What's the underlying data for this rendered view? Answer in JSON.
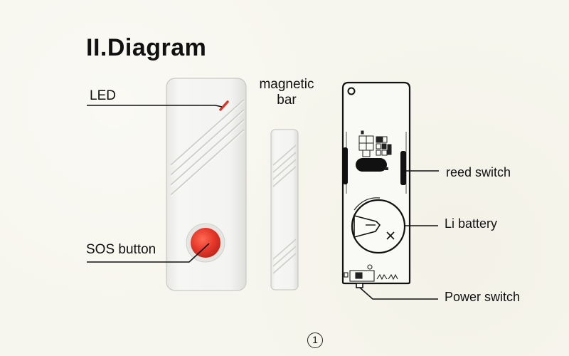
{
  "title": "II.Diagram",
  "labels": {
    "led": "LED",
    "sos_button": "SOS button",
    "magnetic_bar_line1": "magnetic",
    "magnetic_bar_line2": "bar",
    "reed_switch": "reed switch",
    "li_battery": "Li battery",
    "power_switch": "Power switch"
  },
  "page_number": "1",
  "colors": {
    "sos_button": "#e53a2a",
    "led": "#d9352a",
    "device_body": "#eeeeec",
    "outline": "#111111"
  }
}
